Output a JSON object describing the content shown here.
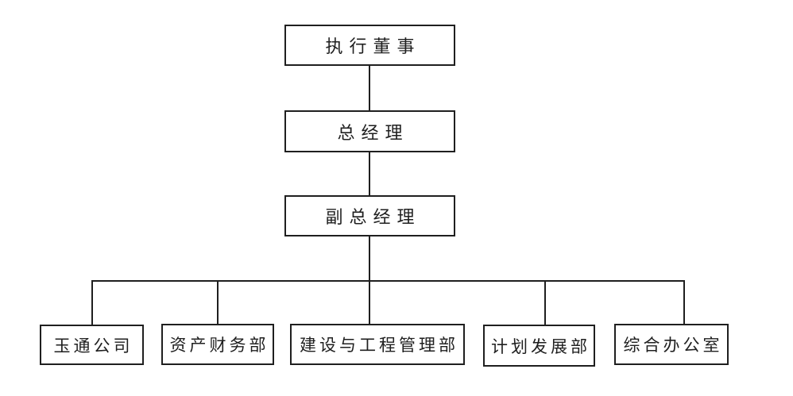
{
  "diagram": {
    "type": "org-chart",
    "colors": {
      "line": "#1f1f1f",
      "box_background": "#ffffff",
      "text": "#1f1f1f",
      "page_background": "#ffffff"
    },
    "nodes": {
      "executive_director": "执行董事",
      "general_manager": "总经理",
      "deputy_general_manager": "副总经理",
      "yutong_company": "玉通公司",
      "asset_finance_dept": "资产财务部",
      "construction_engineering_dept": "建设与工程管理部",
      "planning_development_dept": "计划发展部",
      "general_office": "综合办公室"
    },
    "hierarchy": [
      {
        "label": "执行董事",
        "reports_to": null
      },
      {
        "label": "总经理",
        "reports_to": "执行董事"
      },
      {
        "label": "副总经理",
        "reports_to": "总经理"
      },
      {
        "label": "玉通公司",
        "reports_to": "副总经理"
      },
      {
        "label": "资产财务部",
        "reports_to": "副总经理"
      },
      {
        "label": "建设与工程管理部",
        "reports_to": "副总经理"
      },
      {
        "label": "计划发展部",
        "reports_to": "副总经理"
      },
      {
        "label": "综合办公室",
        "reports_to": "副总经理"
      }
    ]
  }
}
